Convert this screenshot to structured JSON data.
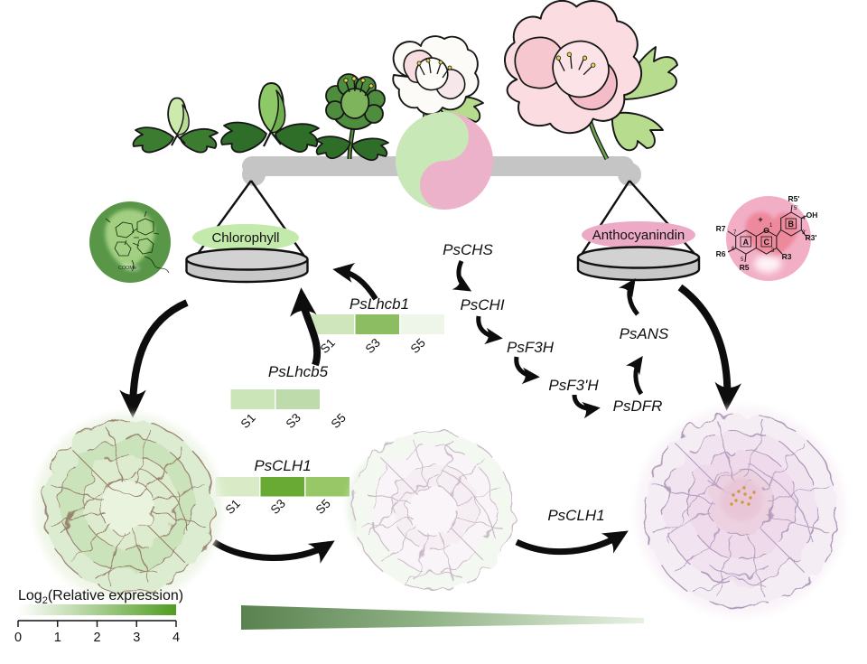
{
  "balance": {
    "left_label": "Chlorophyll",
    "right_label": "Anthocyanindin",
    "left_color": "#c3e9ab",
    "right_color": "#ecaac6"
  },
  "pathway": {
    "genes": [
      "PsCHS",
      "PsCHI",
      "PsF3H",
      "PsF3'H",
      "PsDFR",
      "PsANS"
    ]
  },
  "heatmaps": [
    {
      "gene": "PsLhcb1",
      "stages": [
        "S1",
        "S3",
        "S5"
      ],
      "colors": [
        "#cfe6bc",
        "#8cbd62",
        "#eef5e9"
      ],
      "values_log2": [
        1.2,
        2.8,
        0.2
      ]
    },
    {
      "gene": "PsLhcb5",
      "stages": [
        "S1",
        "S3",
        "S5"
      ],
      "colors": [
        "#cbe4b8",
        "#bedcab",
        "#ffffff"
      ],
      "values_log2": [
        1.3,
        1.6,
        0
      ]
    },
    {
      "gene": "PsCLH1",
      "stages": [
        "S1",
        "S3",
        "S5"
      ],
      "colors": [
        "#d8ebc6",
        "#69aa34",
        "#97c766"
      ],
      "values_log2": [
        0.9,
        3.4,
        2.3
      ]
    }
  ],
  "transition_label": "PsCLH1",
  "legend": {
    "title_prefix": "Log",
    "title_sub": "2",
    "title_suffix": "(Relative expression)",
    "ticks": [
      "0",
      "1",
      "2",
      "3",
      "4"
    ],
    "gradient_start": "#ffffff",
    "gradient_end": "#4f9d21"
  },
  "anthocyanidin_structure": {
    "substituents": [
      "R7",
      "R6",
      "R5",
      "R3",
      "R3'",
      "R5'",
      "OH"
    ],
    "rings": [
      "A",
      "C",
      "B"
    ],
    "heteroatom": "O",
    "charge": "+",
    "positions": [
      "7",
      "6",
      "5",
      "3",
      "1",
      "3'",
      "4'",
      "5'"
    ]
  },
  "chlorophyll_structure": {
    "formula_label": "COOMe"
  }
}
